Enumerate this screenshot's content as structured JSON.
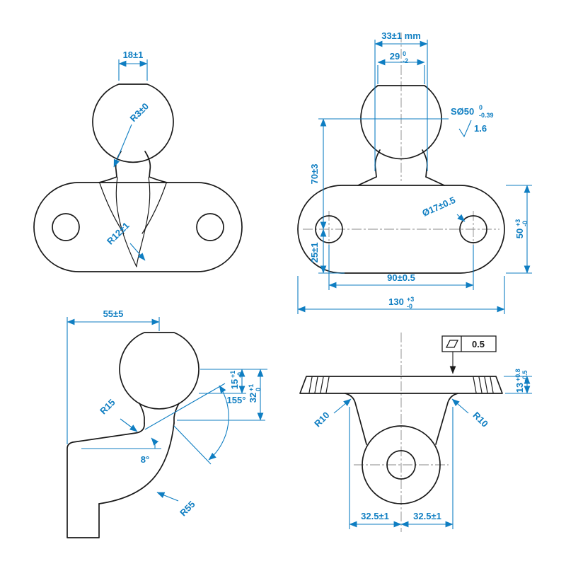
{
  "colors": {
    "outline": "#1a1a1a",
    "dimension": "#0f7ec2"
  },
  "views": {
    "front_left": {
      "dims": {
        "d18": "18±1",
        "r3": "R3±0",
        "r12": "R12±1"
      }
    },
    "front_right": {
      "dims": {
        "d33": "33±1 mm",
        "d29": {
          "main": "29",
          "sup": "0",
          "sub": "-2"
        },
        "sphere": {
          "main": "SØ50",
          "sup": "0",
          "sub": "-0.39"
        },
        "roughness": "1.6",
        "d70": "70±3",
        "d25": "25±1",
        "hole": "Ø17±0.5",
        "d50": {
          "main": "50",
          "sup": "+3",
          "sub": "-0"
        },
        "d90": "90±0.5",
        "d130": {
          "main": "130",
          "sup": "+3",
          "sub": "-0"
        }
      }
    },
    "side": {
      "dims": {
        "d55": "55±5",
        "d15": {
          "main": "15",
          "sup": "+1",
          "sub": "-0"
        },
        "d32": {
          "main": "32",
          "sup": "+1",
          "sub": "0"
        },
        "a155": "155°",
        "r15": "R15",
        "a8": "8°",
        "r55": "R55"
      }
    },
    "bottom": {
      "dims": {
        "flatness": "0.5",
        "d13": {
          "main": "13",
          "sup": "+0.8",
          "sub": "-0.5"
        },
        "r10_left": "R10",
        "r10_right": "R10",
        "d325_left": "32.5±1",
        "d325_right": "32.5±1"
      }
    }
  }
}
